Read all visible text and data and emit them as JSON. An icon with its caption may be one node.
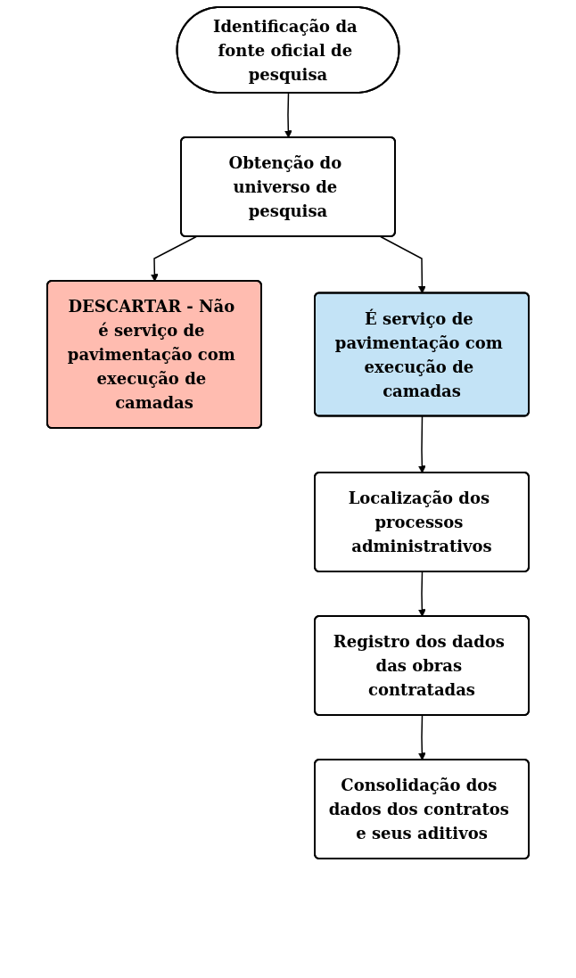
{
  "diagram": {
    "nodes": [
      {
        "text": [
          "Identificação da fonte oficial de pesquisa"
        ]
      },
      {
        "text": [
          "Obtenção do universo de pesquisa"
        ]
      },
      {
        "text": [
          "DESCARTAR - Não é serviço de pavimentação com execução de camadas"
        ]
      },
      {
        "text": [
          "É serviço de pavimentação com execução de camadas"
        ]
      },
      {
        "text": [
          "Localização dos processos administrativos"
        ]
      },
      {
        "text": [
          "Registro dos dados das obras contratadas"
        ]
      },
      {
        "text": [
          "Consolidação dos dados dos contratos e seus aditivos"
        ]
      }
    ],
    "edges": [
      {
        "from": 0,
        "to": 1,
        "arrow": "to"
      },
      {
        "from": 1,
        "to": 2,
        "arrow": "to"
      },
      {
        "from": 1,
        "to": 3,
        "arrow": "to"
      },
      {
        "from": 3,
        "to": 4,
        "arrow": "to"
      },
      {
        "from": 4,
        "to": 5,
        "arrow": "to"
      },
      {
        "from": 5,
        "to": 6,
        "arrow": "to"
      }
    ]
  }
}
